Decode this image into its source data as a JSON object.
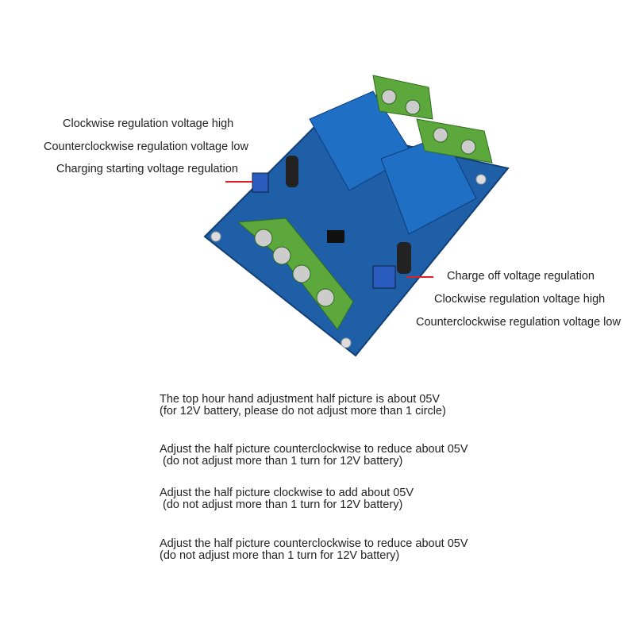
{
  "left_labels": [
    "Clockwise regulation voltage high",
    "Counterclockwise regulation voltage low",
    "Charging starting voltage regulation"
  ],
  "right_labels": [
    "Charge off voltage regulation",
    "Clockwise regulation voltage high",
    "Counterclockwise regulation voltage low"
  ],
  "notes": [
    {
      "line1": "The top hour hand adjustment half picture is about 05V",
      "line2": "(for 12V battery, please do not adjust more than 1 circle)"
    },
    {
      "line1": "Adjust the half picture counterclockwise to reduce about 05V",
      "line2": " (do not adjust more than 1 turn for 12V battery)"
    },
    {
      "line1": "Adjust the half picture clockwise to add about 05V",
      "line2": " (do not adjust more than 1 turn for 12V battery)"
    },
    {
      "line1": "Adjust the half picture counterclockwise to reduce about 05V",
      "line2": "(do not adjust more than 1 turn for 12V battery)"
    }
  ],
  "colors": {
    "pcb": "#1f5fa8",
    "relay": "#1f6fc4",
    "terminal": "#5ca83c",
    "indicator": "#e02020"
  }
}
